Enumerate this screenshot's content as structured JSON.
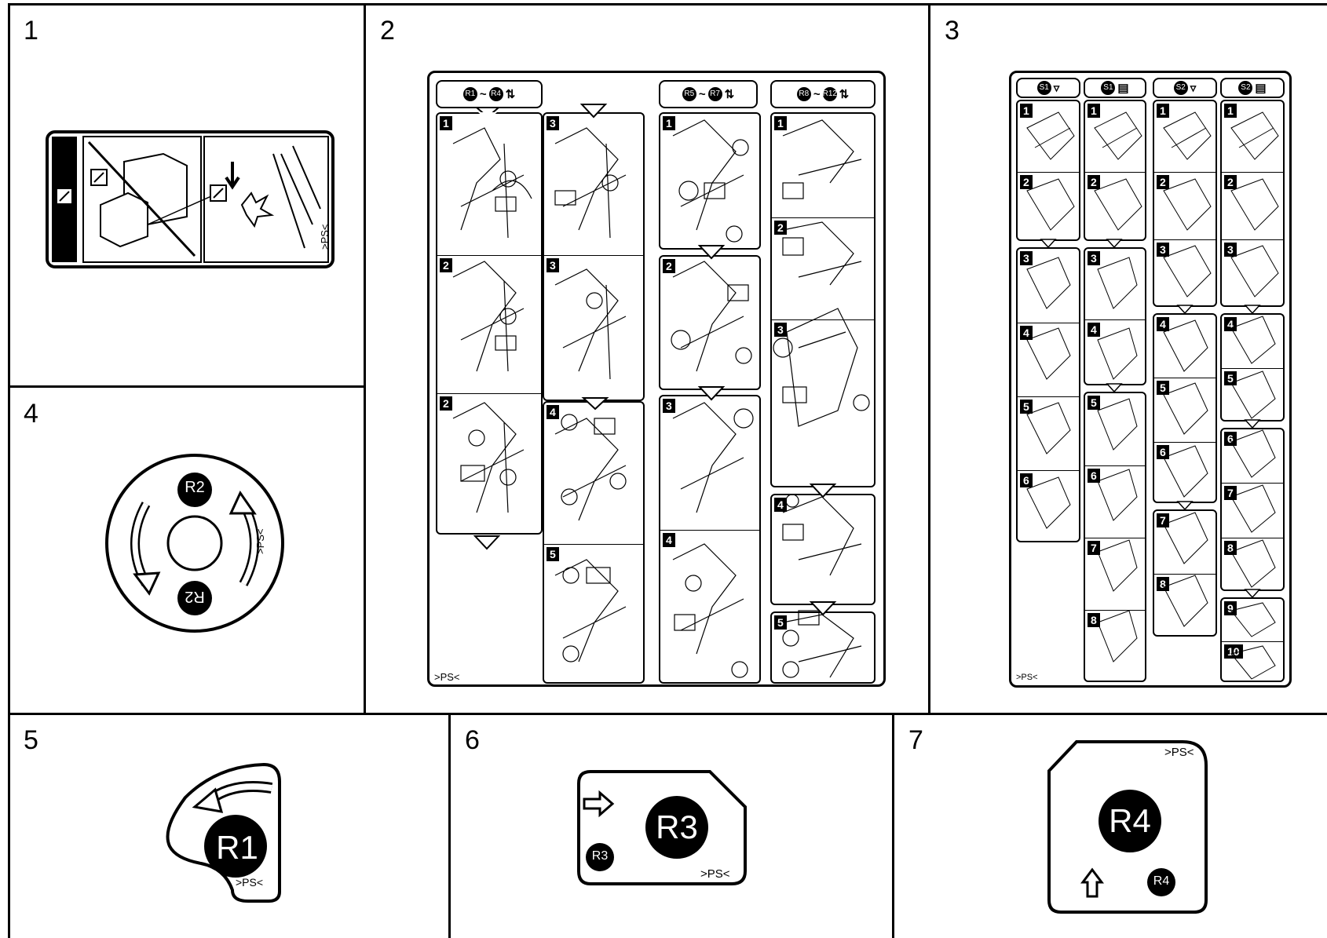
{
  "panels": {
    "p1": {
      "num": "1",
      "ps": ">PS<"
    },
    "p2": {
      "num": "2",
      "ps": ">PS<",
      "headers": [
        {
          "from": "R1",
          "sep": "~",
          "to": "R4"
        },
        {
          "from": "R5",
          "sep": "~",
          "to": "R7"
        },
        {
          "from": "R8",
          "sep": "~",
          "to": "R12"
        }
      ],
      "col1_steps": [
        "1",
        "2",
        "2"
      ],
      "col2_steps": [
        "3",
        "3",
        "4",
        "5"
      ],
      "col3_steps": [
        "1",
        "2",
        "3",
        "4"
      ],
      "col4_steps": [
        "1",
        "2",
        "3",
        "4",
        "5"
      ]
    },
    "p3": {
      "num": "3",
      "ps": ">PS<",
      "headers": [
        "S1",
        "S1",
        "S2",
        "S2"
      ],
      "col1_steps": [
        "1",
        "2",
        "3",
        "4",
        "5",
        "6"
      ],
      "col2_steps": [
        "1",
        "2",
        "3",
        "4",
        "5",
        "6",
        "7",
        "8"
      ],
      "col3_steps": [
        "1",
        "2",
        "3",
        "4",
        "5",
        "6",
        "7",
        "8"
      ],
      "col4_steps": [
        "1",
        "2",
        "3",
        "4",
        "5",
        "6",
        "7",
        "8",
        "9",
        "10"
      ]
    },
    "p4": {
      "num": "4",
      "top_label": "R2",
      "bottom_label": "R2",
      "ps": ">PS<"
    },
    "p5": {
      "num": "5",
      "label": "R1",
      "ps": ">PS<"
    },
    "p6": {
      "num": "6",
      "label": "R3",
      "small_label": "R3",
      "ps": ">PS<"
    },
    "p7": {
      "num": "7",
      "label": "R4",
      "small_label": "R4",
      "ps": ">PS<"
    }
  }
}
